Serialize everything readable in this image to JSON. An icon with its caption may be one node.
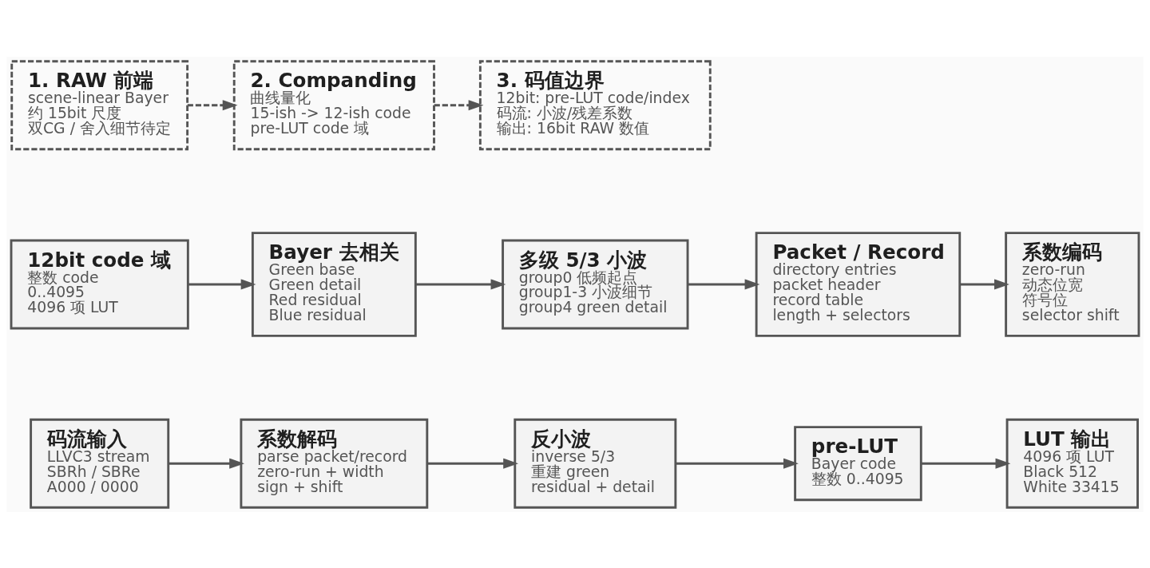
{
  "diagram": {
    "nodes": [
      {
        "text": [
          "1. RAW 前端",
          "scene-linear Bayer",
          "约 15bit 尺度",
          "双CG / 舍入细节待定"
        ]
      },
      {
        "text": [
          "2. Companding",
          "曲线量化",
          "15-ish -> 12-ish code",
          "pre-LUT code 域"
        ]
      },
      {
        "text": [
          "3. 码值边界",
          "12bit: pre-LUT code/index",
          "码流: 小波/残差系数",
          "输出: 16bit RAW 数值"
        ]
      },
      {
        "text": [
          "12bit code 域",
          "整数 code",
          "0..4095",
          "4096 项 LUT"
        ]
      },
      {
        "text": [
          "Bayer 去相关",
          "Green base",
          "Green detail",
          "Red residual",
          "Blue residual"
        ]
      },
      {
        "text": [
          "多级 5/3 小波",
          "group0 低频起点",
          "group1-3 小波细节",
          "group4 green detail"
        ]
      },
      {
        "text": [
          "Packet / Record",
          "directory entries",
          "packet header",
          "record table",
          "length + selectors"
        ]
      },
      {
        "text": [
          "系数编码",
          "zero-run",
          "动态位宽",
          "符号位",
          "selector shift"
        ]
      },
      {
        "text": [
          "码流输入",
          "LLVC3 stream",
          "SBRh / SBRe",
          "A000 / 0000"
        ]
      },
      {
        "text": [
          "系数解码",
          "parse packet/record",
          "zero-run + width",
          "sign + shift"
        ]
      },
      {
        "text": [
          "反小波",
          "inverse 5/3",
          "重建 green",
          "residual + detail"
        ]
      },
      {
        "text": [
          "pre-LUT",
          "Bayer code",
          "整数 0..4095"
        ]
      },
      {
        "text": [
          "LUT 输出",
          "4096 项 LUT",
          "Black 512",
          "White 33415"
        ]
      }
    ],
    "edges": [
      {
        "from": 0,
        "to": 1,
        "arrow": "to",
        "style": "dashed"
      },
      {
        "from": 1,
        "to": 2,
        "arrow": "to",
        "style": "dashed"
      },
      {
        "from": 3,
        "to": 4,
        "arrow": "to"
      },
      {
        "from": 4,
        "to": 5,
        "arrow": "to"
      },
      {
        "from": 5,
        "to": 6,
        "arrow": "to"
      },
      {
        "from": 6,
        "to": 7,
        "arrow": "to"
      },
      {
        "from": 8,
        "to": 9,
        "arrow": "to"
      },
      {
        "from": 9,
        "to": 10,
        "arrow": "to"
      },
      {
        "from": 10,
        "to": 11,
        "arrow": "to"
      },
      {
        "from": 11,
        "to": 12,
        "arrow": "to"
      }
    ]
  }
}
